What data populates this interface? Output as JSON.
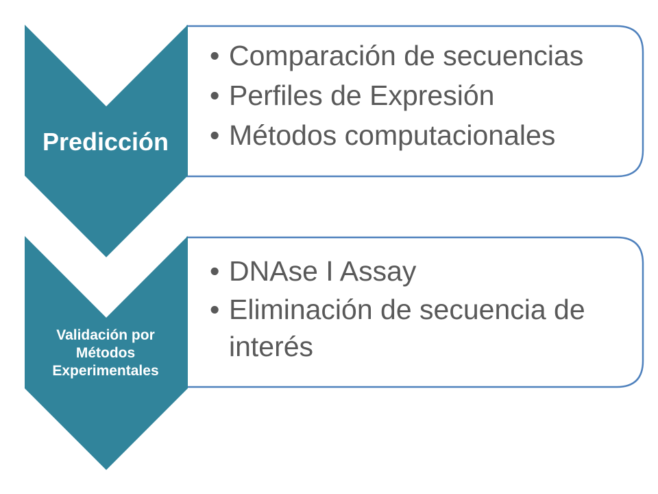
{
  "colors": {
    "chevron_fill": "#31849B",
    "box_border": "#4F81BD",
    "box_fill": "#FFFFFF",
    "text": "#595959",
    "label_text": "#FFFFFF"
  },
  "bullet_glyph": "•",
  "stages": [
    {
      "label": "Predicción",
      "items": [
        "Comparación de secuencias",
        "Perfiles de Expresión",
        "Métodos computacionales"
      ]
    },
    {
      "label_lines": [
        "Validación por",
        "Métodos",
        "Experimentales"
      ],
      "items": [
        "DNAse I Assay",
        "Eliminación de secuencia de interés"
      ]
    }
  ]
}
